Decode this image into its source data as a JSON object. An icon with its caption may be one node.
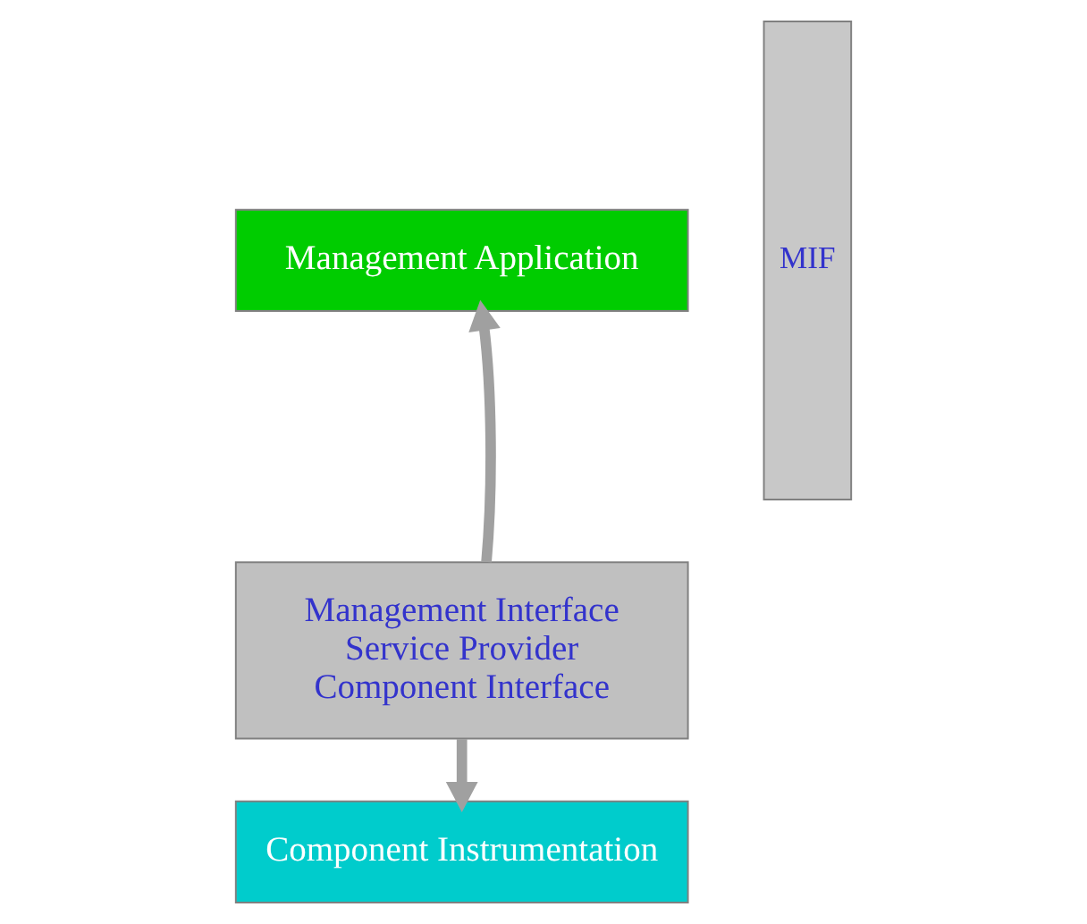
{
  "diagram": {
    "nodes": [
      {
        "text": [
          "Management Application"
        ]
      },
      {
        "text": [
          "Management Interface",
          "Service Provider",
          "Component Interface"
        ]
      },
      {
        "text": [
          "Component Instrumentation"
        ]
      },
      {
        "text": [
          "MIF"
        ]
      }
    ],
    "edges": [
      {
        "from": 1,
        "to": 0,
        "arrow": "to"
      },
      {
        "from": 1,
        "to": 2,
        "arrow": "to"
      }
    ]
  }
}
